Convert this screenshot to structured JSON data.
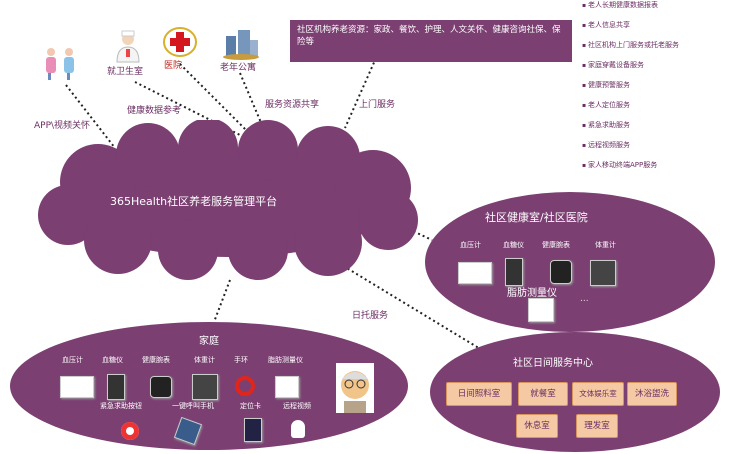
{
  "top_icons": {
    "doctor": "就卫生室",
    "hospital": "医院",
    "apartment": "老年公寓"
  },
  "resource_box": "社区机构养老资源：家政、餐饮、护理、人文关怀、健康咨询社保、保险等",
  "service_list": [
    "老人长期健康数据报表",
    "老人信息共享",
    "社区机构上门服务或托老服务",
    "家庭穿戴设备服务",
    "健康预警服务",
    "老人定位服务",
    "紧急求助服务",
    "远程视频服务",
    "家人移动终端APP服务"
  ],
  "links": {
    "app_video": "APP\\视频关怀",
    "health_ref": "健康数据参考",
    "resource_share": "服务资源共享",
    "home_service": "上门服务",
    "day_care": "日托服务"
  },
  "platform": "365Health社区养老服务管理平台",
  "clinic": {
    "title": "社区健康室/社区医院",
    "devices": [
      "血压计",
      "血糖仪",
      "健康腕表",
      "体重计"
    ],
    "fat_meter": "脂肪测量仪",
    "ellipsis": "..."
  },
  "home": {
    "title": "家庭",
    "devices_row1": [
      "血压计",
      "血糖仪",
      "健康腕表",
      "体重计",
      "手环",
      "脂肪测量仪"
    ],
    "devices_row2": [
      "紧急求助按钮",
      "一键呼叫手机",
      "定位卡",
      "远程视频"
    ]
  },
  "day_center": {
    "title": "社区日间服务中心",
    "rooms": [
      "日间照料室",
      "就餐室",
      "文体娱乐室",
      "沐浴盥洗",
      "休息室",
      "理发室"
    ]
  },
  "colors": {
    "purple": "#7b3f72",
    "cloud": "#7b3f72",
    "room": "#f4c9a4"
  }
}
